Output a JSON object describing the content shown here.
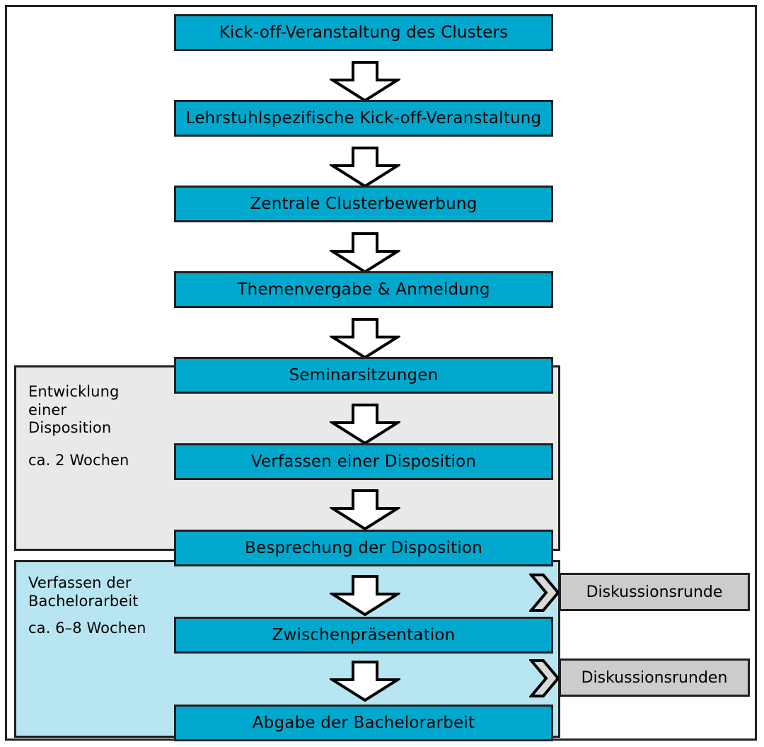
{
  "diagram": {
    "title_text": "",
    "colors": {
      "process_box": "#00a8ce",
      "disposition_panel": "#e9e9e9",
      "bachelor_panel": "#b8e5f2",
      "side_box": "#cccccc",
      "outline": "#231f20",
      "text": "#000000"
    },
    "steps": [
      {
        "id": "kickoff-cluster",
        "label": "Kick-off-Veranstaltung des Clusters"
      },
      {
        "id": "kickoff-lehrstuhl",
        "label": "Lehrstuhlspezifische Kick-off-Veranstaltung"
      },
      {
        "id": "clusterbewerbung",
        "label": "Zentrale Clusterbewerbung"
      },
      {
        "id": "themenvergabe",
        "label": "Themenvergabe & Anmeldung"
      },
      {
        "id": "seminarsitzungen",
        "label": "Seminarsitzungen"
      },
      {
        "id": "verfassen-disposition",
        "label": "Verfassen einer Disposition"
      },
      {
        "id": "besprechung-disposition",
        "label": "Besprechung der Disposition"
      },
      {
        "id": "zwischenpraesentation",
        "label": "Zwischenpräsentation"
      },
      {
        "id": "abgabe-bachelorarbeit",
        "label": "Abgabe der Bachelorarbeit"
      }
    ],
    "panels": [
      {
        "id": "disposition",
        "title": "Entwicklung\neiner\nDisposition",
        "duration": "ca. 2 Wochen"
      },
      {
        "id": "bachelorarbeit",
        "title": "Verfassen der\nBachelorarbeit",
        "duration": "ca. 6–8 Wochen"
      }
    ],
    "side_boxes": [
      {
        "id": "diskussionsrunde",
        "label": "Diskussionsrunde"
      },
      {
        "id": "diskussionsrunden",
        "label": "Diskussionsrunden"
      }
    ],
    "arrow_count": 8,
    "chevron_count": 2
  }
}
